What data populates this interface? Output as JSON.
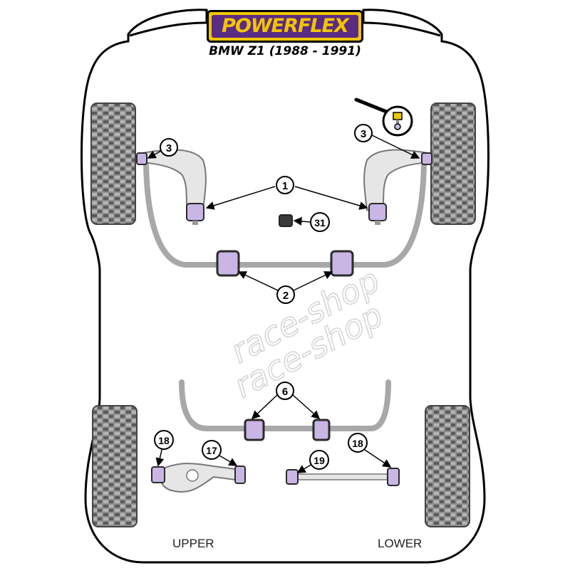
{
  "logo": {
    "text": "POWERFLEX"
  },
  "title": "BMW Z1 (1988 - 1991)",
  "watermark": [
    "race-shop",
    "race-shop"
  ],
  "labels": {
    "upper": "UPPER",
    "lower": "LOWER"
  },
  "callouts": {
    "c1": "1",
    "c2": "2",
    "c3_left": "3",
    "c3_right": "3",
    "c31": "31",
    "c6": "6",
    "c17": "17",
    "c18_left": "18",
    "c18_right": "18",
    "c19": "19"
  },
  "colors": {
    "bush_purple": "#c9b6e4",
    "bush_dark": "#2b2b2b",
    "tire_grey": "#9a9a9a",
    "arm_grey": "#e6e6e6",
    "logo_yellow": "#f2c500",
    "logo_purple": "#5b2c83"
  }
}
